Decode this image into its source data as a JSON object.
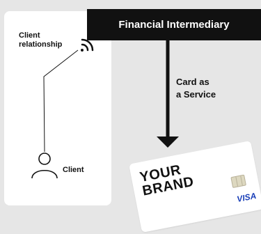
{
  "client_panel": {
    "relationship_label": "Client\nrelationship",
    "client_label": "Client"
  },
  "intermediary": {
    "label": "Financial Intermediary"
  },
  "flow": {
    "label": "Card as\na Service"
  },
  "card": {
    "brand_text": "YOUR\nBRAND",
    "network": "VISA",
    "network_color": "#1a3fb8"
  },
  "icons": [
    "signal-icon",
    "person-icon",
    "card-chip-icon"
  ]
}
